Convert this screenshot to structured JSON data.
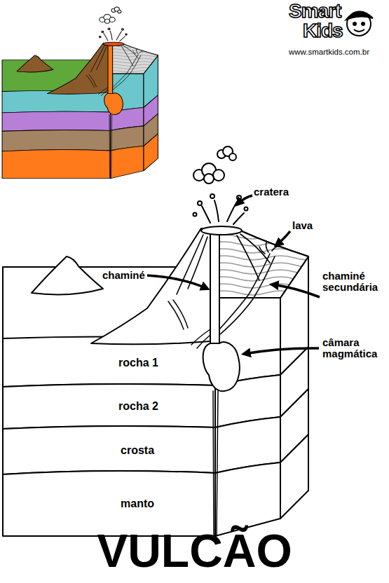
{
  "diagram": {
    "title": "VULCÃO",
    "nodes": [
      {
        "text": [
          "rocha 1"
        ]
      },
      {
        "text": [
          "rocha 2"
        ]
      },
      {
        "text": [
          "crosta"
        ]
      },
      {
        "text": [
          "manto"
        ]
      }
    ],
    "labels": [
      "Smart",
      "Kids",
      "www.smartkids.com.br",
      "cratera",
      "lava",
      "chaminé",
      "chaminé secundária",
      "câmara magmática"
    ]
  }
}
